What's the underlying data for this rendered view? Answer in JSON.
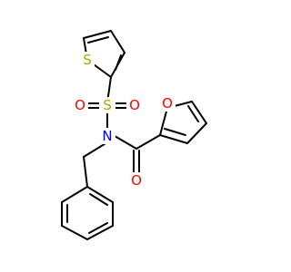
{
  "colors": {
    "background": "#ffffff",
    "bond": "#000000",
    "sulfur": "#b8a000",
    "oxygen": "#ff0000",
    "nitrogen": "#0000ff"
  },
  "atoms": {
    "s_thiophene": "S",
    "s_sulfonyl": "S",
    "o_sulfonyl_left": "O",
    "o_sulfonyl_right": "O",
    "n_amide": "N",
    "o_furan": "O",
    "o_carbonyl": "O"
  }
}
